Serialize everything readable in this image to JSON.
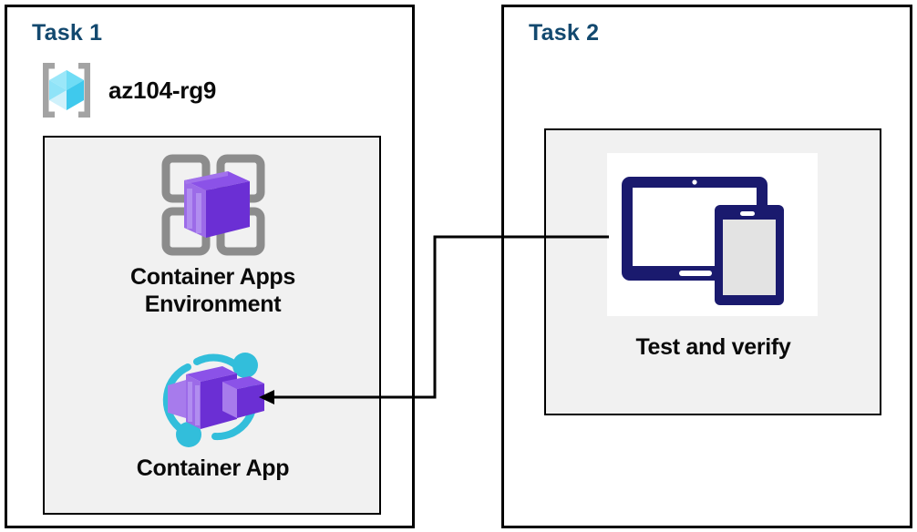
{
  "diagram": {
    "title_color": "#13496F",
    "panel_border_color": "#000000",
    "inner_box_fill": "#F1F1F1",
    "connector_color": "#000000"
  },
  "task1": {
    "title": "Task 1",
    "resource_group": {
      "label": "az104-rg9",
      "icon": "resource-group-icon",
      "icon_color": "#32BEDB"
    },
    "resources": [
      {
        "label_line1": "Container Apps",
        "label_line2": "Environment",
        "icon": "container-apps-environment-icon",
        "icon_color": "#6B2FD4"
      },
      {
        "label_line1": "Container App",
        "label_line2": "",
        "icon": "container-app-icon",
        "icon_color": "#6B2FD4",
        "accent_color": "#32BEDB"
      }
    ]
  },
  "task2": {
    "title": "Task 2",
    "item": {
      "label": "Test and verify",
      "icon": "devices-tablet-phone-icon",
      "icon_color": "#1A1A6E"
    }
  },
  "connector": {
    "name": "test-to-container-app-arrow",
    "direction": "left",
    "from": "Test and verify",
    "to": "Container App"
  }
}
